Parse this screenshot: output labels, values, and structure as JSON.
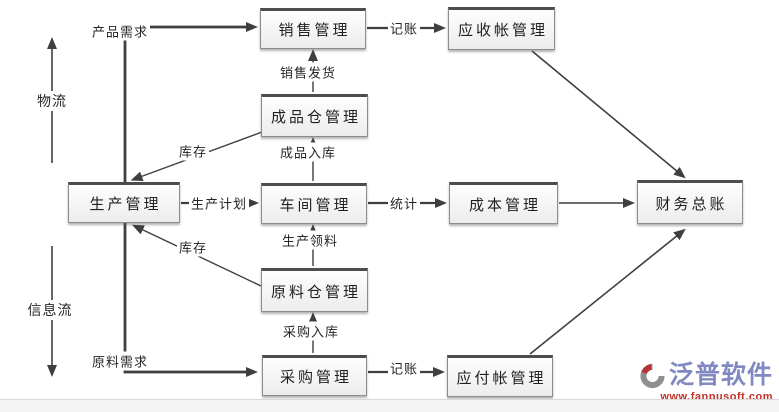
{
  "diagram": {
    "axes": {
      "material_flow": "物流",
      "information_flow": "信息流"
    },
    "nodes": {
      "sales": "销售管理",
      "receivables": "应收帐管理",
      "finished_warehouse": "成品仓管理",
      "production": "生产管理",
      "workshop": "车间管理",
      "cost": "成本管理",
      "ledger": "财务总账",
      "raw_warehouse": "原料仓管理",
      "purchasing": "采购管理",
      "payables": "应付帐管理"
    },
    "edges": {
      "product_demand": "产品需求",
      "sales_delivery": "销售发货",
      "inventory_upper": "库存",
      "finished_inbound": "成品入库",
      "production_plan": "生产计划",
      "bookkeeping_top": "记账",
      "statistics": "统计",
      "production_issue": "生产领料",
      "inventory_lower": "库存",
      "purchase_inbound": "采购入库",
      "raw_material_demand": "原料需求",
      "bookkeeping_bottom": "记账"
    },
    "watermark": {
      "brand": "泛普软件",
      "url": "www.fanpusoft.com"
    }
  }
}
